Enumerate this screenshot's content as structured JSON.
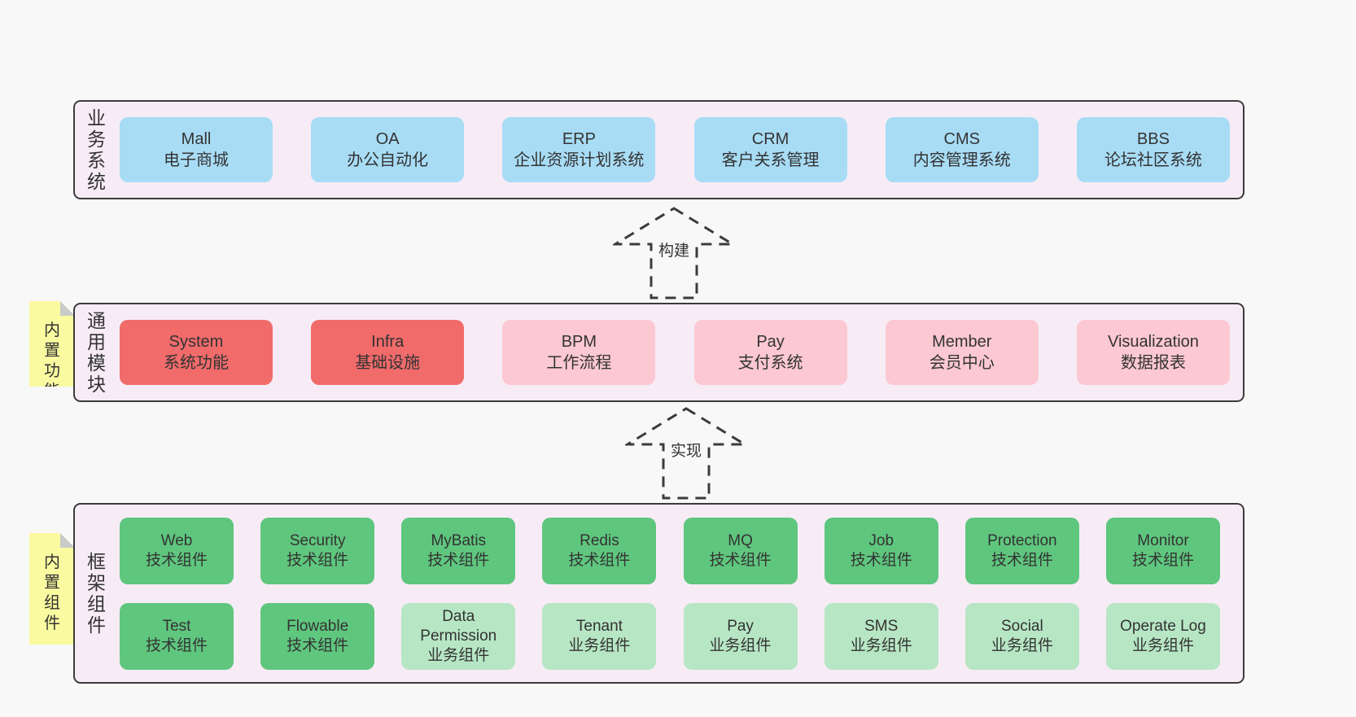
{
  "colors": {
    "page_bg": "#f8f8f8",
    "band_bg": "#f7ecf6",
    "band_border": "#3b3b3b",
    "blue_box": "#a8dcf5",
    "red_box": "#f16b6b",
    "pink_box": "#fcc8d1",
    "green_box": "#5fc67e",
    "green_light_box": "#b7e6c4",
    "sticky_yellow": "#fafaa0",
    "sticky_fold": "#c9c9c9",
    "text": "#333333"
  },
  "arrows": [
    {
      "label": "构建"
    },
    {
      "label": "实现"
    }
  ],
  "bands": [
    {
      "label": "业务系统",
      "boxes": [
        {
          "title": "Mall",
          "subtitle": "电子商城"
        },
        {
          "title": "OA",
          "subtitle": "办公自动化"
        },
        {
          "title": "ERP",
          "subtitle": "企业资源计划系统"
        },
        {
          "title": "CRM",
          "subtitle": "客户关系管理"
        },
        {
          "title": "CMS",
          "subtitle": "内容管理系统"
        },
        {
          "title": "BBS",
          "subtitle": "论坛社区系统"
        }
      ]
    },
    {
      "label": "通用模块",
      "sticky": "内置功能",
      "boxes": [
        {
          "title": "System",
          "subtitle": "系统功能"
        },
        {
          "title": "Infra",
          "subtitle": "基础设施"
        },
        {
          "title": "BPM",
          "subtitle": "工作流程"
        },
        {
          "title": "Pay",
          "subtitle": "支付系统"
        },
        {
          "title": "Member",
          "subtitle": "会员中心"
        },
        {
          "title": "Visualization",
          "subtitle": "数据报表"
        }
      ]
    },
    {
      "label": "框架组件",
      "sticky": "内置组件",
      "rows": [
        [
          {
            "title": "Web",
            "subtitle": "技术组件"
          },
          {
            "title": "Security",
            "subtitle": "技术组件"
          },
          {
            "title": "MyBatis",
            "subtitle": "技术组件"
          },
          {
            "title": "Redis",
            "subtitle": "技术组件"
          },
          {
            "title": "MQ",
            "subtitle": "技术组件"
          },
          {
            "title": "Job",
            "subtitle": "技术组件"
          },
          {
            "title": "Protection",
            "subtitle": "技术组件"
          },
          {
            "title": "Monitor",
            "subtitle": "技术组件"
          }
        ],
        [
          {
            "title": "Test",
            "subtitle": "技术组件"
          },
          {
            "title": "Flowable",
            "subtitle": "技术组件"
          },
          {
            "title": "Data Permission",
            "subtitle": "业务组件"
          },
          {
            "title": "Tenant",
            "subtitle": "业务组件"
          },
          {
            "title": "Pay",
            "subtitle": "业务组件"
          },
          {
            "title": "SMS",
            "subtitle": "业务组件"
          },
          {
            "title": "Social",
            "subtitle": "业务组件"
          },
          {
            "title": "Operate Log",
            "subtitle": "业务组件"
          }
        ]
      ]
    }
  ]
}
